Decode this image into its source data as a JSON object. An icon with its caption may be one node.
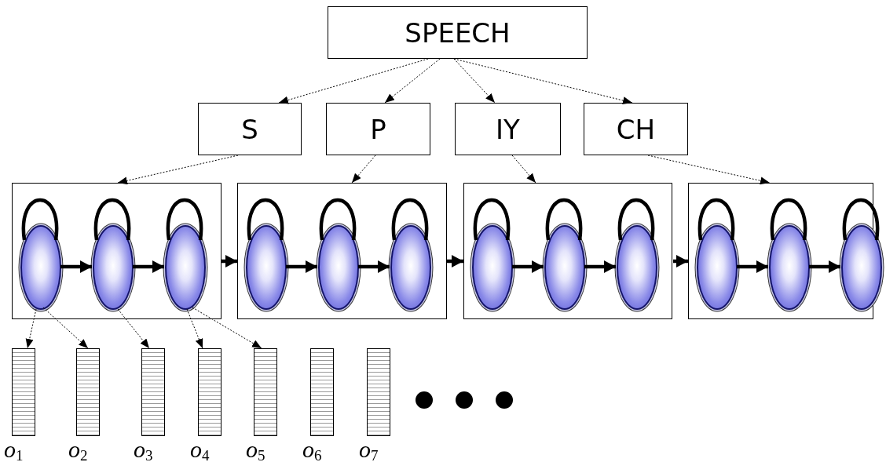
{
  "diagram": {
    "nodes": [
      {
        "text": [
          "SPEECH"
        ]
      },
      {
        "text": [
          "S"
        ]
      },
      {
        "text": [
          "P"
        ]
      },
      {
        "text": [
          "IY"
        ]
      },
      {
        "text": [
          "CH"
        ]
      },
      {
        "text": [],
        "shape": "box"
      },
      {
        "text": [],
        "shape": "box"
      },
      {
        "text": [],
        "shape": "box"
      },
      {
        "text": [],
        "shape": "box"
      },
      {
        "text": [],
        "shape": "circle",
        "in": 5
      },
      {
        "text": [],
        "shape": "circle",
        "in": 5
      },
      {
        "text": [],
        "shape": "circle",
        "in": 5
      },
      {
        "text": [],
        "shape": "circle",
        "in": 6
      },
      {
        "text": [],
        "shape": "circle",
        "in": 6
      },
      {
        "text": [],
        "shape": "circle",
        "in": 6
      },
      {
        "text": [],
        "shape": "circle",
        "in": 7
      },
      {
        "text": [],
        "shape": "circle",
        "in": 7
      },
      {
        "text": [],
        "shape": "circle",
        "in": 7
      },
      {
        "text": [],
        "shape": "circle",
        "in": 8
      },
      {
        "text": [],
        "shape": "circle",
        "in": 8
      },
      {
        "text": [],
        "shape": "circle",
        "in": 8
      },
      {
        "text": [
          "*o*$_{1}$"
        ]
      },
      {
        "text": [
          "*o*$_{2}$"
        ]
      },
      {
        "text": [
          "*o*$_{3}$"
        ]
      },
      {
        "text": [
          "*o*$_{4}$"
        ]
      },
      {
        "text": [
          "*o*$_{5}$"
        ]
      },
      {
        "text": [
          "*o*$_{6}$"
        ]
      },
      {
        "text": [
          "*o*$_{7}$"
        ]
      }
    ],
    "edges": [
      {
        "from": 0,
        "to": 1,
        "arrow": "to",
        "style": "dashed"
      },
      {
        "from": 0,
        "to": 2,
        "arrow": "to",
        "style": "dashed"
      },
      {
        "from": 0,
        "to": 3,
        "arrow": "to",
        "style": "dashed"
      },
      {
        "from": 0,
        "to": 4,
        "arrow": "to",
        "style": "dashed"
      },
      {
        "from": 1,
        "to": 5,
        "arrow": "to",
        "style": "dashed"
      },
      {
        "from": 2,
        "to": 6,
        "arrow": "to",
        "style": "dashed"
      },
      {
        "from": 3,
        "to": 7,
        "arrow": "to",
        "style": "dashed"
      },
      {
        "from": 4,
        "to": 8,
        "arrow": "to",
        "style": "dashed"
      },
      {
        "from": 9,
        "to": 9,
        "arrow": "none"
      },
      {
        "from": 10,
        "to": 10,
        "arrow": "none"
      },
      {
        "from": 11,
        "to": 11,
        "arrow": "none"
      },
      {
        "from": 9,
        "to": 10,
        "arrow": "to"
      },
      {
        "from": 10,
        "to": 11,
        "arrow": "to"
      },
      {
        "from": 5,
        "to": 6,
        "arrow": "to"
      },
      {
        "from": 12,
        "to": 12,
        "arrow": "none"
      },
      {
        "from": 13,
        "to": 13,
        "arrow": "none"
      },
      {
        "from": 14,
        "to": 14,
        "arrow": "none"
      },
      {
        "from": 12,
        "to": 13,
        "arrow": "to"
      },
      {
        "from": 13,
        "to": 14,
        "arrow": "to"
      },
      {
        "from": 6,
        "to": 7,
        "arrow": "to"
      },
      {
        "from": 15,
        "to": 15,
        "arrow": "none"
      },
      {
        "from": 16,
        "to": 16,
        "arrow": "none"
      },
      {
        "from": 17,
        "to": 17,
        "arrow": "none"
      },
      {
        "from": 15,
        "to": 16,
        "arrow": "to"
      },
      {
        "from": 16,
        "to": 17,
        "arrow": "to"
      },
      {
        "from": 7,
        "to": 8,
        "arrow": "to"
      },
      {
        "from": 18,
        "to": 18,
        "arrow": "none"
      },
      {
        "from": 19,
        "to": 19,
        "arrow": "none"
      },
      {
        "from": 20,
        "to": 20,
        "arrow": "none"
      },
      {
        "from": 18,
        "to": 19,
        "arrow": "to"
      },
      {
        "from": 19,
        "to": 20,
        "arrow": "to"
      },
      {
        "from": 9,
        "to": 21,
        "arrow": "to",
        "style": "dashed"
      },
      {
        "from": 9,
        "to": 22,
        "arrow": "to",
        "style": "dashed"
      },
      {
        "from": 10,
        "to": 23,
        "arrow": "to",
        "style": "dashed"
      },
      {
        "from": 11,
        "to": 24,
        "arrow": "to",
        "style": "dashed"
      },
      {
        "from": 11,
        "to": 25,
        "arrow": "to",
        "style": "dashed"
      }
    ]
  }
}
